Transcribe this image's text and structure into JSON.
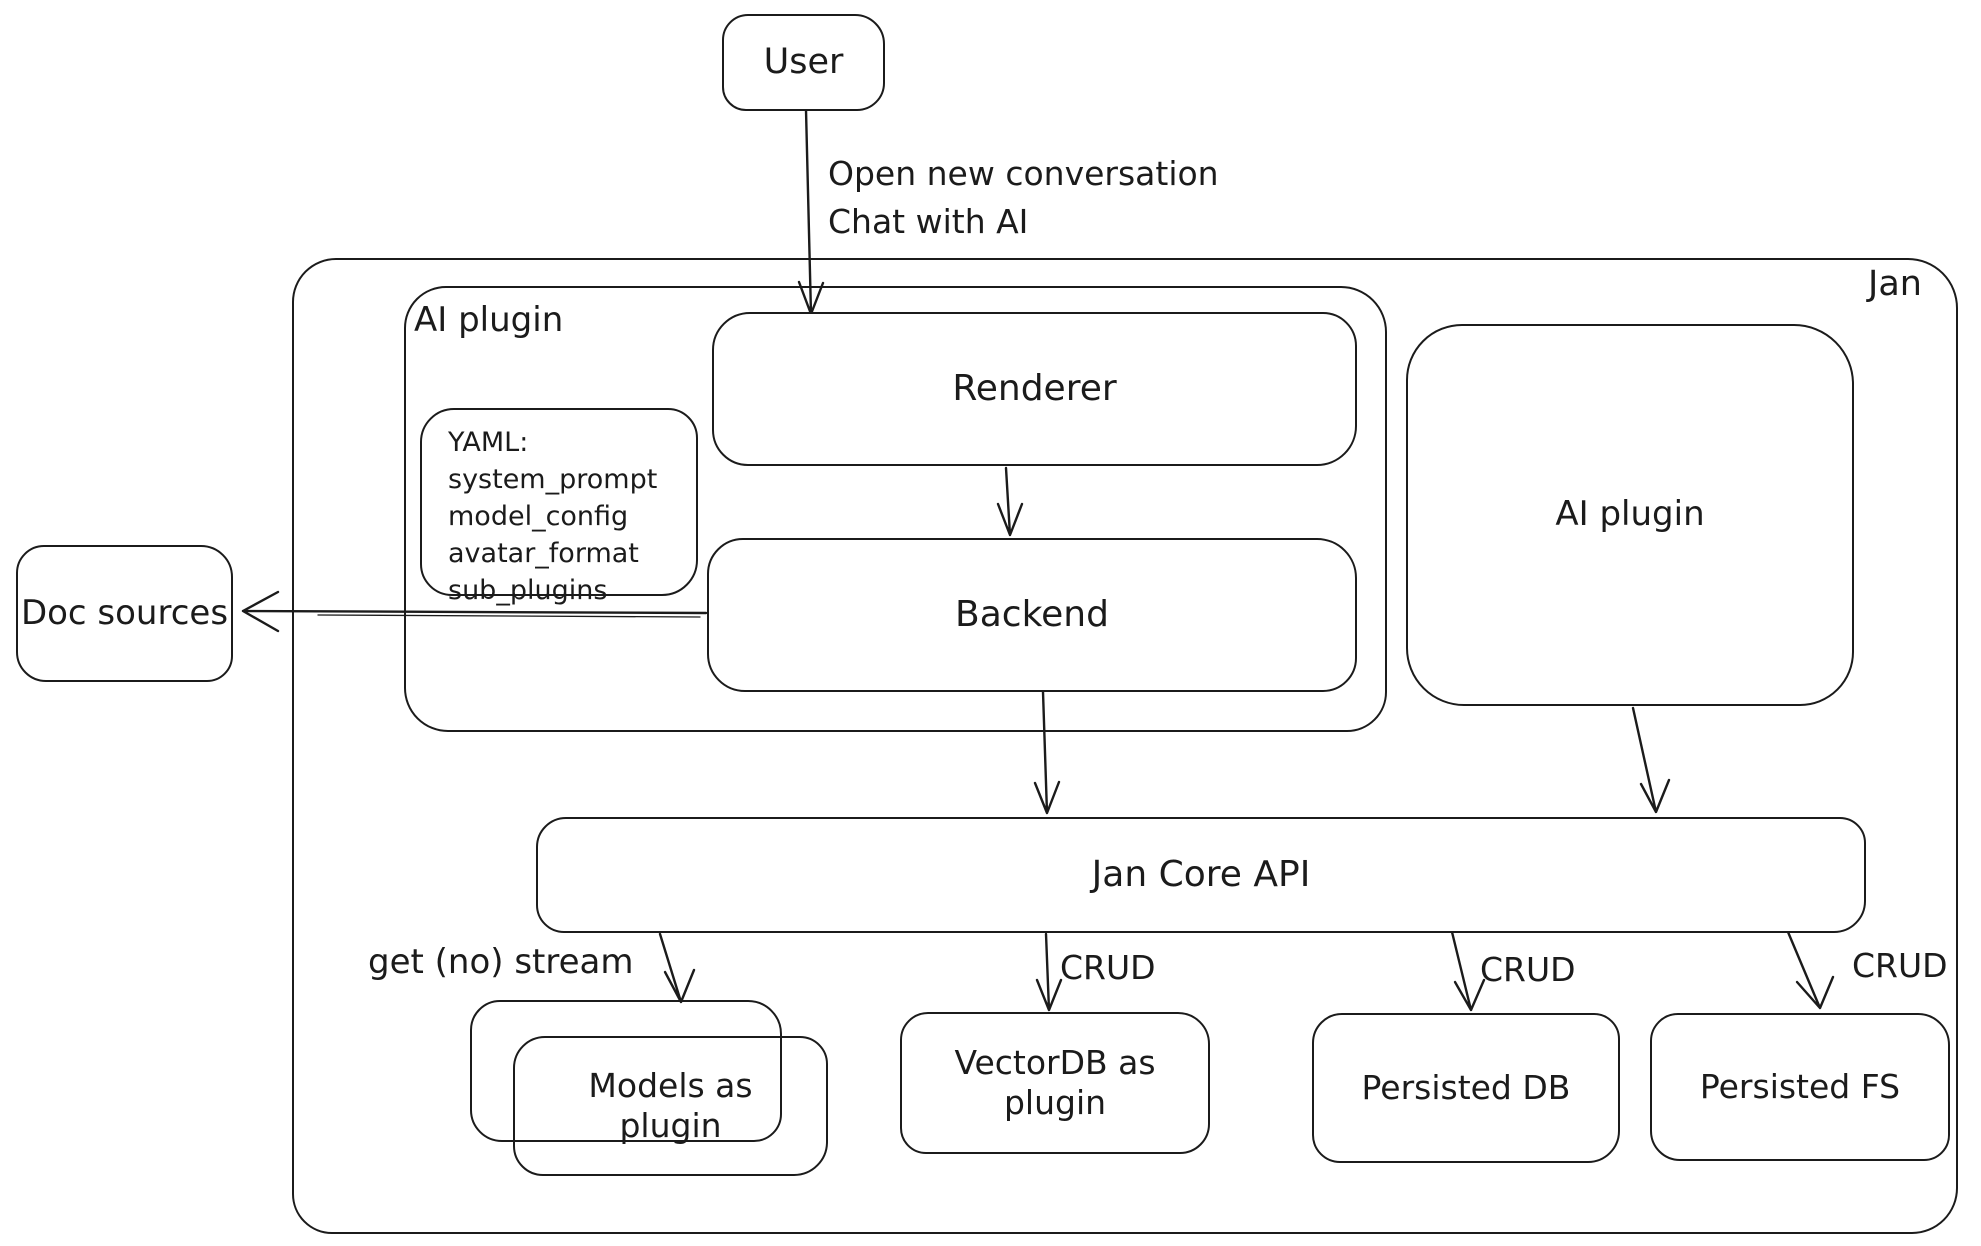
{
  "diagram": {
    "background": "#ffffff",
    "stroke_color": "#1b1b1b",
    "nodes": {
      "user": {
        "label": "User"
      },
      "jan_container": {
        "label": "Jan"
      },
      "ai_plugin_container": {
        "label": "AI plugin"
      },
      "renderer": {
        "label": "Renderer"
      },
      "backend": {
        "label": "Backend"
      },
      "yaml_note": {
        "lines": [
          "YAML:",
          "system_prompt",
          "model_config",
          "avatar_format",
          "sub_plugins"
        ]
      },
      "doc_sources": {
        "label": "Doc sources"
      },
      "ai_plugin_right": {
        "label": "AI plugin"
      },
      "jan_core_api": {
        "label": "Jan Core API"
      },
      "models_as_plugin": {
        "label": "Models as plugin"
      },
      "vectordb_as_plugin": {
        "label": "VectorDB as plugin"
      },
      "persisted_db": {
        "label": "Persisted DB"
      },
      "persisted_fs": {
        "label": "Persisted FS"
      }
    },
    "edge_labels": {
      "user_to_renderer_line1": "Open new conversation",
      "user_to_renderer_line2": "Chat with AI",
      "jan_core_to_models": "get (no) stream",
      "jan_core_to_vectordb": "CRUD",
      "jan_core_to_persisted_db": "CRUD",
      "jan_core_to_persisted_fs": "CRUD"
    }
  }
}
